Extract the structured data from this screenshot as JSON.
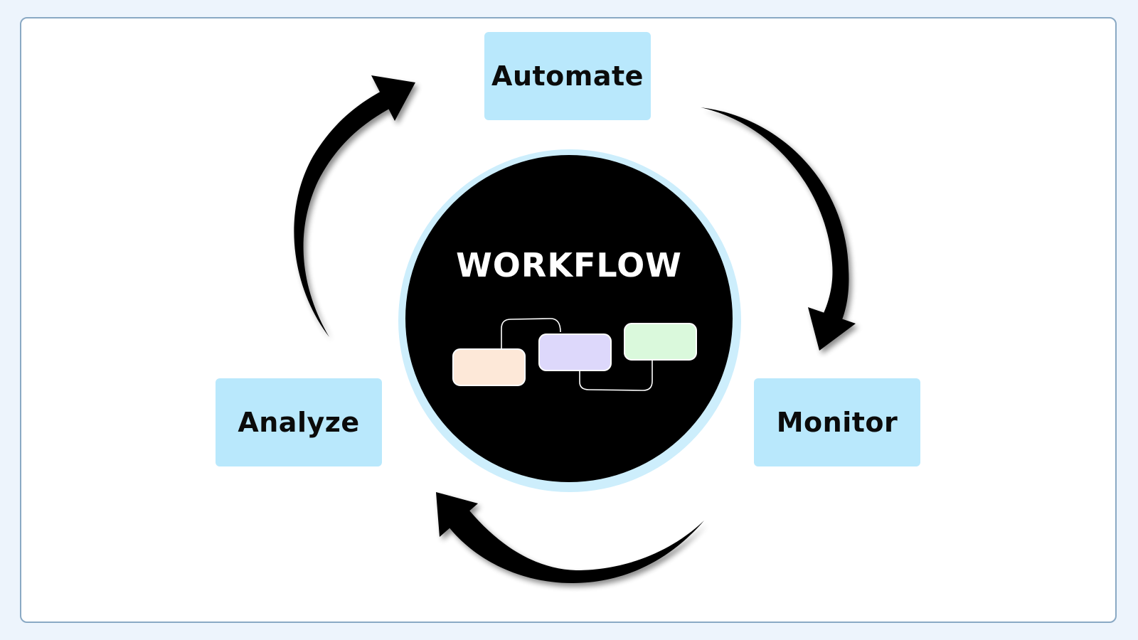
{
  "diagram": {
    "center": {
      "title": "WORKFLOW",
      "icon": "workflow-cards-icon",
      "card_colors": [
        "#fde8d8",
        "#ddd8fb",
        "#daf9dc"
      ]
    },
    "steps": [
      {
        "id": "automate",
        "label": "Automate"
      },
      {
        "id": "monitor",
        "label": "Monitor"
      },
      {
        "id": "analyze",
        "label": "Analyze"
      }
    ],
    "flow": [
      {
        "from": "Automate",
        "to": "Monitor"
      },
      {
        "from": "Monitor",
        "to": "Analyze"
      },
      {
        "from": "Analyze",
        "to": "Automate"
      }
    ],
    "colors": {
      "step_fill": "#b9e8fc",
      "hub_fill": "#000000",
      "hub_ring": "#cdeefc",
      "arrow": "#000000",
      "background": "#edf4fc",
      "frame_border": "#8aa9c4"
    }
  }
}
